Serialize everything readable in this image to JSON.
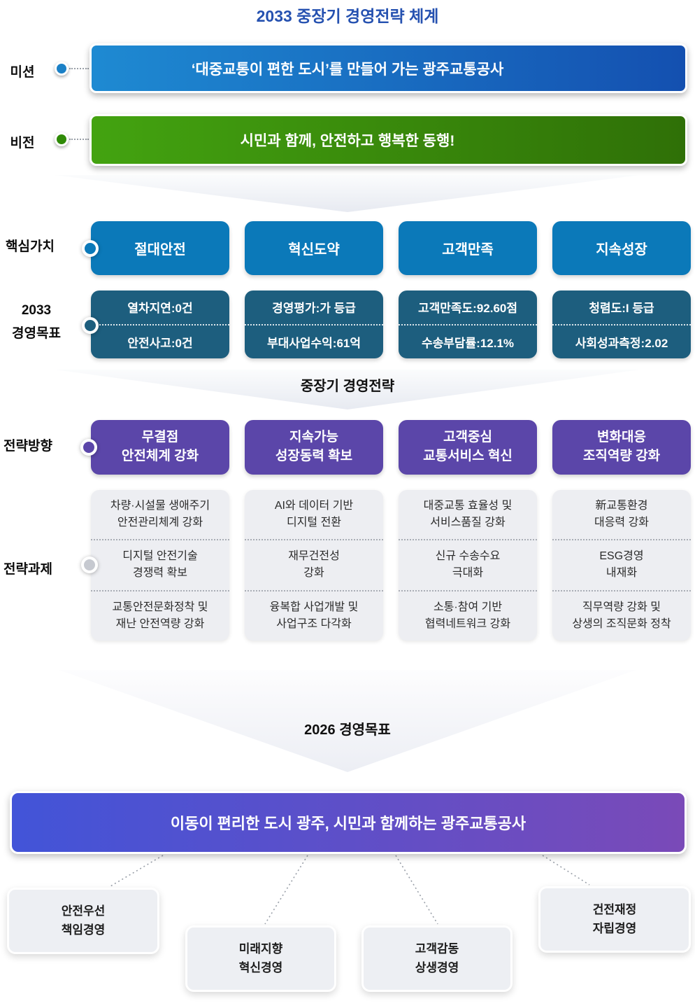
{
  "title": "2033 중장기 경영전략 체계",
  "mission": {
    "label": "미션",
    "text": "‘대중교통이 편한 도시’를 만들어 가는 광주교통공사"
  },
  "vision": {
    "label": "비전",
    "text": "시민과 함께, 안전하고 행복한 동행!"
  },
  "core_values": {
    "label": "핵심가치",
    "items": [
      "절대안전",
      "혁신도약",
      "고객만족",
      "지속성장"
    ]
  },
  "goals_2033": {
    "label": "2033\n경영목표",
    "items": [
      {
        "top": "열차지연:0건",
        "bottom": "안전사고:0건"
      },
      {
        "top": "경영평가:가 등급",
        "bottom": "부대사업수익:61억"
      },
      {
        "top": "고객만족도:92.60점",
        "bottom": "수송부담률:12.1%"
      },
      {
        "top": "청렴도:I 등급",
        "bottom": "사회성과측정:2.02"
      }
    ]
  },
  "mid_strategy_heading": "중장기 경영전략",
  "directions": {
    "label": "전략방향",
    "items": [
      "무결점\n안전체계 강화",
      "지속가능\n성장동력 확보",
      "고객중심\n교통서비스 혁신",
      "변화대응\n조직역량 강화"
    ]
  },
  "tasks": {
    "label": "전략과제",
    "columns": [
      {
        "cells": [
          "차량·시설물 생애주기\n안전관리체계 강화",
          "디지털 안전기술\n경쟁력 확보",
          "교통안전문화정착 및\n재난 안전역량 강화"
        ]
      },
      {
        "cells": [
          "AI와 데이터 기반\n디지털 전환",
          "재무건전성\n강화",
          "융복합 사업개발 및\n사업구조 다각화"
        ]
      },
      {
        "cells": [
          "대중교통 효율성 및\n서비스품질 강화",
          "신규 수송수요\n극대화",
          "소통·참여 기반\n협력네트워크 강화"
        ]
      },
      {
        "cells": [
          "新교통환경\n대응력 강화",
          "ESG경영\n내재화",
          "직무역량 강화 및\n상생의 조직문화 정착"
        ]
      }
    ]
  },
  "goal_2026_heading": "2026 경영목표",
  "slogan": "이동이 편리한 도시 광주, 시민과 함께하는 광주교통공사",
  "principles": [
    "안전우선\n책임경영",
    "미래지향\n혁신경영",
    "고객감동\n상생경영",
    "건전재정\n자립경영"
  ],
  "colors": {
    "title": "#2551b0",
    "mission_gradient": [
      "#1e8ad2",
      "#1450b0"
    ],
    "vision_gradient": [
      "#43a310",
      "#2f7007"
    ],
    "core_value_box": "#0b79b9",
    "goal_box": "#1d5e7e",
    "direction_box": "#5b46a9",
    "task_box": "#edeef2",
    "slogan_gradient": [
      "#4254d8",
      "#7a4ab8"
    ],
    "principle_box": "#edeff3",
    "chevron_fill": "#e9ecf2"
  }
}
